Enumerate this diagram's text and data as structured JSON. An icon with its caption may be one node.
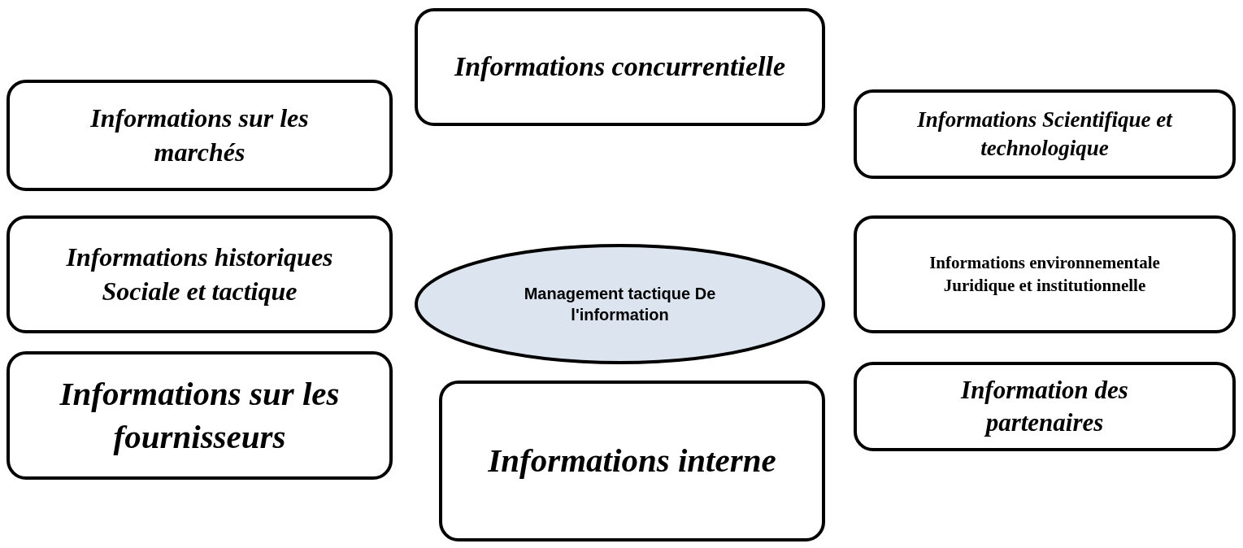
{
  "diagram": {
    "nodes": [
      {
        "text": [
          "Informations concurrentielle"
        ]
      },
      {
        "text": [
          "Informations sur les marchés"
        ]
      },
      {
        "text": [
          "Informations Scientifique et technologique"
        ]
      },
      {
        "text": [
          "Informations historiques Sociale et tactique"
        ]
      },
      {
        "text": [
          "Management tactique De l'information"
        ]
      },
      {
        "text": [
          "Informations environnementale Juridique et institutionnelle"
        ]
      },
      {
        "text": [
          "Informations sur les fournisseurs"
        ]
      },
      {
        "text": [
          "Information des partenaires"
        ]
      },
      {
        "text": [
          "Informations interne"
        ]
      }
    ],
    "edges": []
  }
}
